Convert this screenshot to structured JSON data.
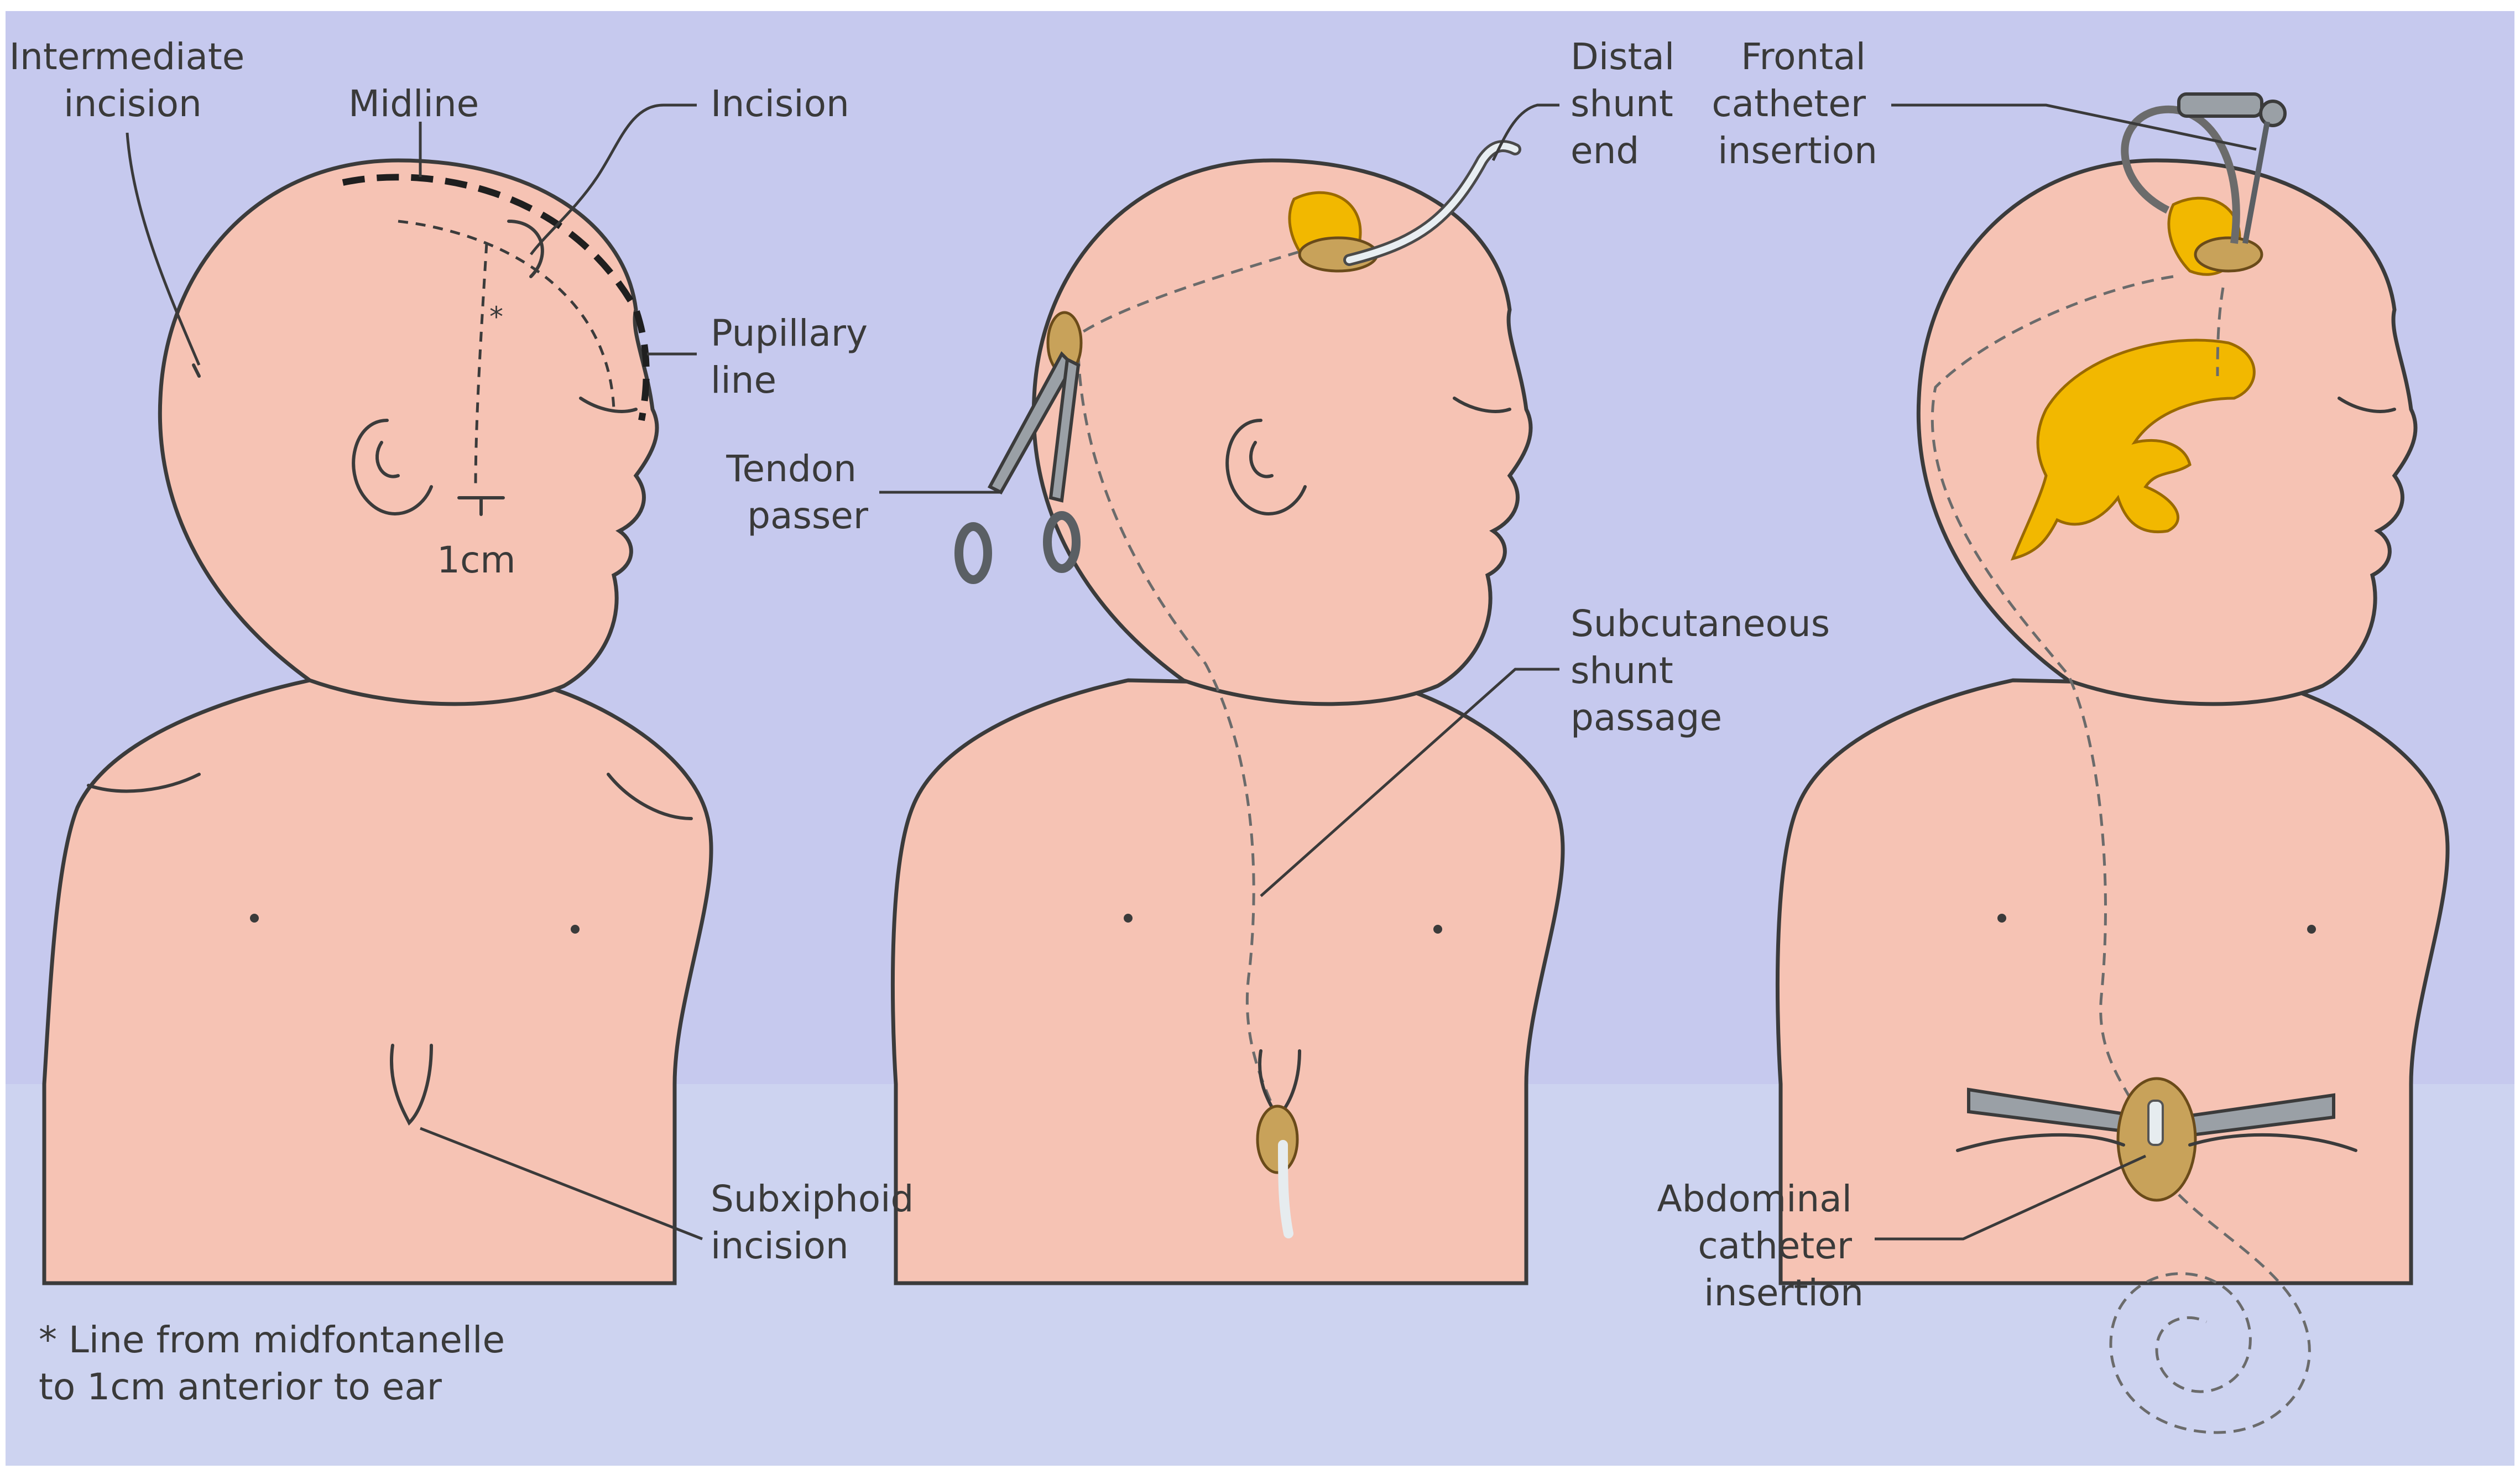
{
  "labels": {
    "intermediate_incision": [
      "Intermediate",
      "incision"
    ],
    "midline": "Midline",
    "incision": "Incision",
    "pupillary_line": [
      "Pupillary",
      "line"
    ],
    "one_cm": "1cm",
    "asterisk": "*",
    "subxiphoid_incision": [
      "Subxiphoid",
      "incision"
    ],
    "footnote": [
      "* Line from midfontanelle",
      "to 1cm anterior to ear"
    ],
    "distal_shunt_end": [
      "Distal",
      "shunt",
      "end"
    ],
    "tendon_passer": [
      "Tendon",
      "passer"
    ],
    "subcutaneous_shunt_passage": [
      "Subcutaneous",
      "shunt",
      "passage"
    ],
    "frontal_catheter_insertion": [
      "Frontal",
      "catheter",
      "insertion"
    ],
    "abdominal_catheter_insertion": [
      "Abdominal",
      "catheter",
      "insertion"
    ]
  },
  "colors": {
    "background_top": "#c6c9ee",
    "background_bottom": "#cdd3f0",
    "skin": "#f6c3b4",
    "reservoir": "#f2b800",
    "instrument": "#9aa0a6",
    "ink": "#3a3a3a"
  }
}
